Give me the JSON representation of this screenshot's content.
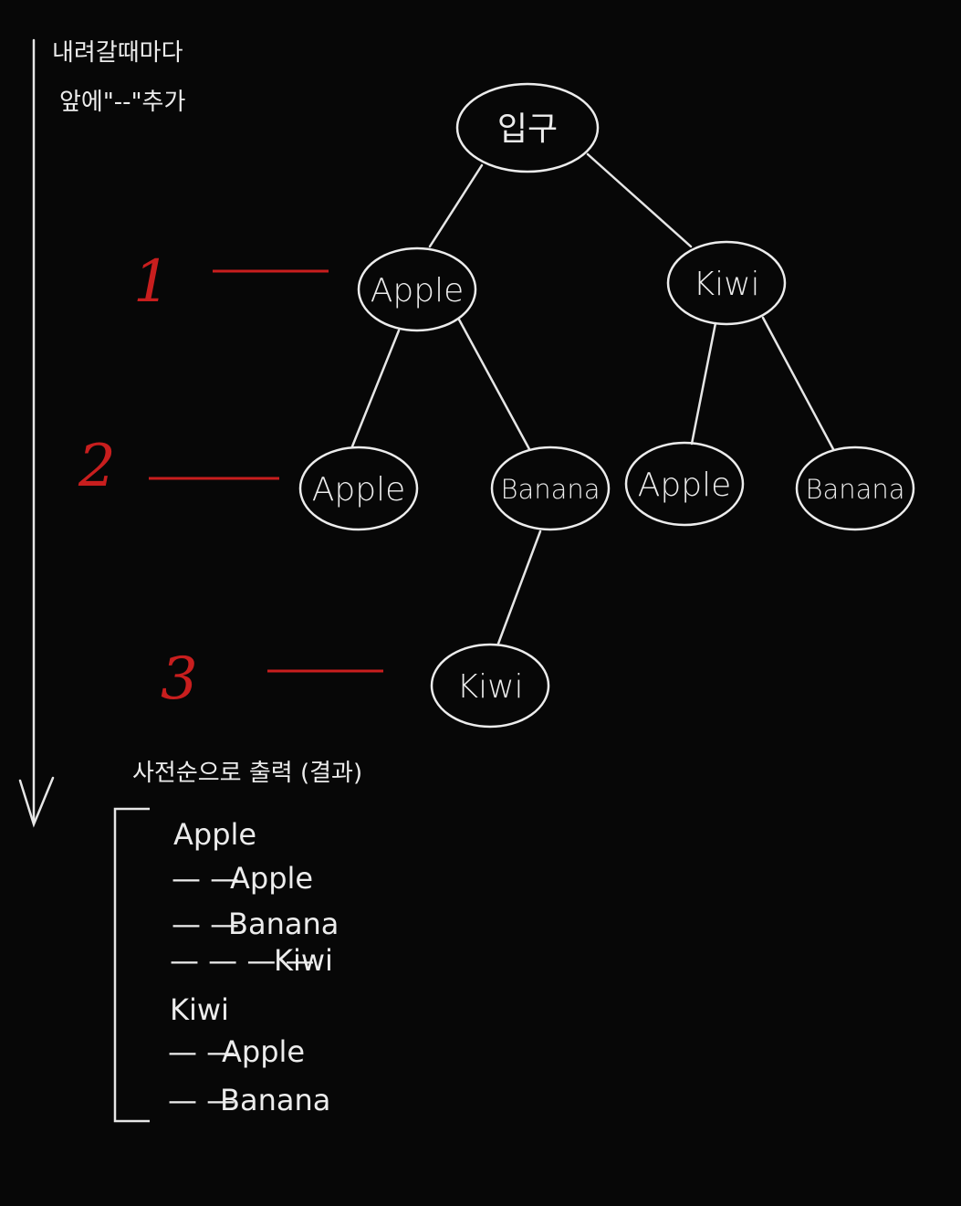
{
  "annotations": {
    "note_line1": "내려갈때마다",
    "note_line2": "앞에\"--\"추가",
    "output_title": "사전순으로 출력 (결과)"
  },
  "tree": {
    "root": "입구",
    "level1": [
      "Apple",
      "Kiwi"
    ],
    "level2": [
      "Apple",
      "Banana",
      "Apple",
      "Banana"
    ],
    "level3": [
      "Kiwi"
    ]
  },
  "levels": [
    "1",
    "2",
    "3"
  ],
  "output": [
    {
      "prefix": "",
      "name": "Apple"
    },
    {
      "prefix": "— —",
      "name": "Apple"
    },
    {
      "prefix": "— —",
      "name": "Banana"
    },
    {
      "prefix": "— — — —",
      "name": "Kiwi"
    },
    {
      "prefix": "",
      "name": "Kiwi"
    },
    {
      "prefix": "— —",
      "name": "Apple"
    },
    {
      "prefix": "— —",
      "name": "Banana"
    }
  ],
  "colors": {
    "background": "#070707",
    "ink": "#ececec",
    "level_marker": "#c81e1e"
  }
}
